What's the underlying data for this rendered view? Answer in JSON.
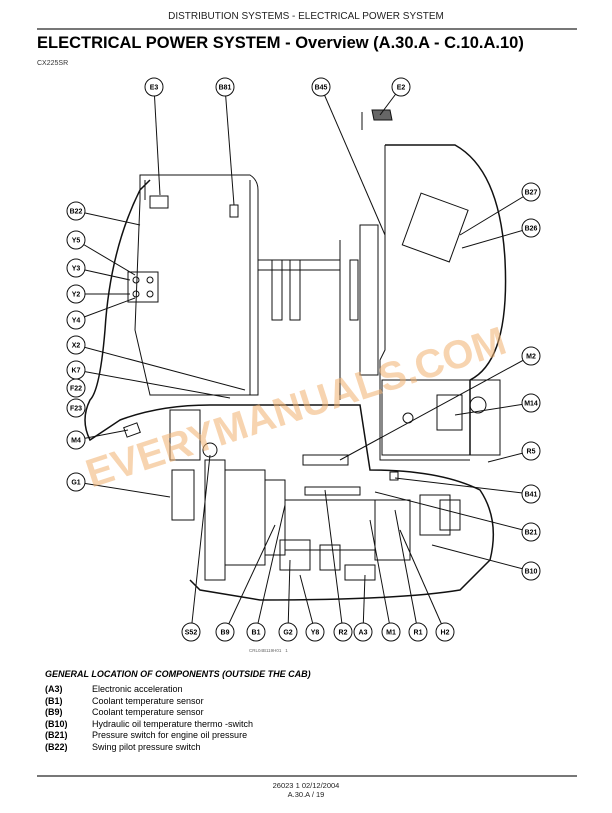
{
  "running_header": "DISTRIBUTION SYSTEMS - ELECTRICAL POWER SYSTEM",
  "title": "ELECTRICAL POWER SYSTEM - Overview (A.30.A - C.10.A.10)",
  "model": "CX225SR",
  "diagram": {
    "callouts_top": [
      "E3",
      "B81",
      "B45",
      "E2"
    ],
    "callouts_left": [
      "B22",
      "Y5",
      "Y3",
      "Y2",
      "Y4",
      "X2",
      "K7",
      "F22",
      "F23",
      "M4",
      "G1"
    ],
    "callouts_right": [
      "B27",
      "B26",
      "M2",
      "M14",
      "R5",
      "B41",
      "B21",
      "B10"
    ],
    "callouts_bottom": [
      "S52",
      "B9",
      "B1",
      "G2",
      "Y8",
      "R2",
      "A3",
      "M1",
      "R1",
      "H2"
    ],
    "figure_code": "CRL04B119H01",
    "figure_number": "1",
    "watermark": "EVERYMANUALS.COM"
  },
  "section_heading": "GENERAL LOCATION OF COMPONENTS (OUTSIDE THE CAB)",
  "components": [
    {
      "code": "(A3)",
      "desc": "Electronic acceleration"
    },
    {
      "code": "(B1)",
      "desc": "Coolant temperature sensor"
    },
    {
      "code": "(B9)",
      "desc": "Coolant temperature sensor"
    },
    {
      "code": "(B10)",
      "desc": "Hydraulic oil temperature thermo -switch"
    },
    {
      "code": "(B21)",
      "desc": "Pressure switch for engine oil pressure"
    },
    {
      "code": "(B22)",
      "desc": "Swing pilot pressure switch"
    }
  ],
  "footer": {
    "line1": "26023 1 02/12/2004",
    "line2": "A.30.A / 19"
  }
}
